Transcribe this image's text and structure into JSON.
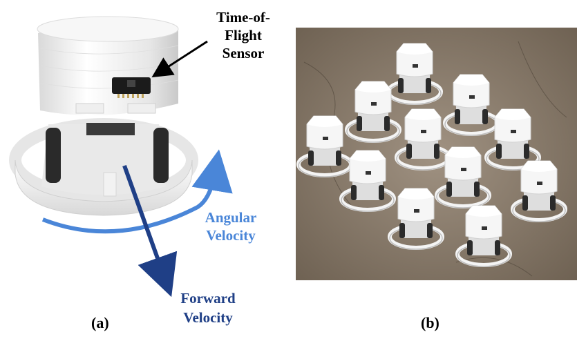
{
  "labels": {
    "tof_line1": "Time-of-",
    "tof_line2": "Flight",
    "tof_line3": "Sensor",
    "angular_line1": "Angular",
    "angular_line2": "Velocity",
    "forward_line1": "Forward",
    "forward_line2": "Velocity"
  },
  "captions": {
    "a": "(a)",
    "b": "(b)"
  },
  "colors": {
    "angular_arrow": "#4a86d8",
    "forward_arrow": "#1f3f86",
    "robot_body": "#f3f3f3",
    "floor": "#8b7d6d"
  }
}
